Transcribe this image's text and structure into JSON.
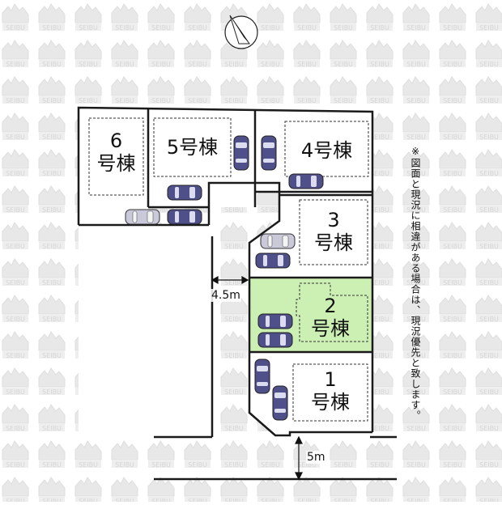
{
  "lots": [
    {
      "num": "6",
      "suffix": "号棟",
      "highlight": false
    },
    {
      "num": "5",
      "suffix": "号棟",
      "highlight": false
    },
    {
      "num": "4",
      "suffix": "号棟",
      "highlight": false
    },
    {
      "num": "3",
      "suffix": "号棟",
      "highlight": false
    },
    {
      "num": "2",
      "suffix": "号棟",
      "highlight": true
    },
    {
      "num": "1",
      "suffix": "号棟",
      "highlight": false
    }
  ],
  "dimensions": {
    "driveway_width": "4.5m",
    "road_width": "5m"
  },
  "note": "※図面と現況に相違がある場合は、現況優先と致します。",
  "watermark_text": "SEIBU",
  "colors": {
    "highlight": "#ccf0b4",
    "car": "#4f4f8a",
    "car_light": "#dcdcf0",
    "line": "#1a1a1a",
    "watermark": "#e6e6e6"
  },
  "icons": {
    "compass": "north-arrow-icon",
    "car": "car-icon"
  }
}
